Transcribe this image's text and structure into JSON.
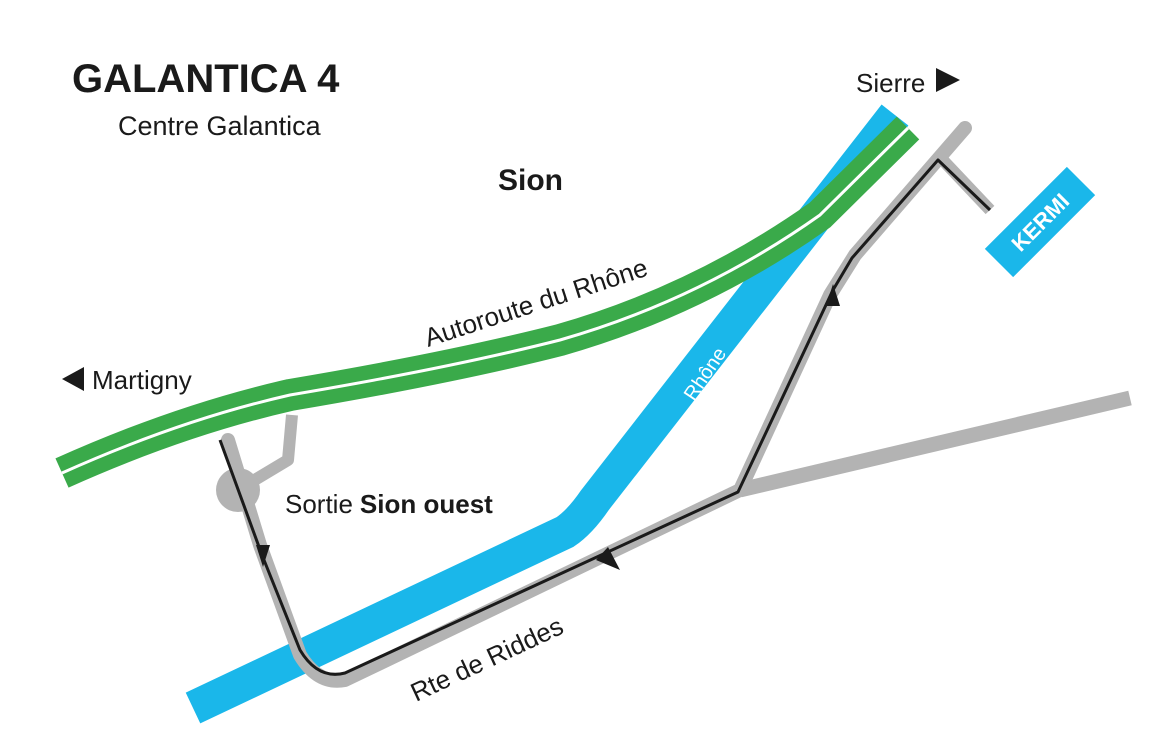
{
  "title": "GALANTICA 4",
  "subtitle": "Centre Galantica",
  "city": "Sion",
  "highway_label": "Autoroute du Rhône",
  "river_label": "Rhône",
  "road_label": "Rte de Riddes",
  "exit_label_prefix": "Sortie",
  "exit_label_name": "Sion ouest",
  "destination_west": "Martigny",
  "destination_east": "Sierre",
  "company_label": "KERMI",
  "colors": {
    "highway": "#3aaa4a",
    "river": "#1ab7ea",
    "road": "#b3b3b3",
    "route": "#1a1a1a",
    "company_badge": "#1ab7ea"
  },
  "icons": {
    "west_arrow": "triangle-left-icon",
    "east_arrow": "triangle-right-icon",
    "route_direction": "route-arrow-icon",
    "roundabout": "roundabout-icon"
  }
}
